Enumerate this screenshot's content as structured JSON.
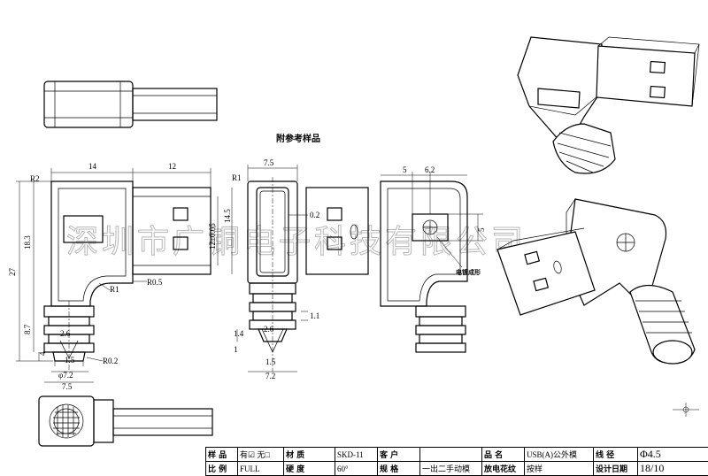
{
  "note_title": "附参考样品",
  "watermark": "深圳市广铜电子科技有限公司",
  "labels": {
    "top_left": {
      "d14": "14",
      "d12": "12",
      "r2": "R2",
      "d27": "27",
      "d18_3": "18.3",
      "d8_7": "8.7",
      "d4": "4",
      "d12_0_05": "12±0.05",
      "d14_5": "14.5",
      "r1": "R1",
      "r0_5": "R0.5",
      "d2_6": "2.6",
      "d1_5": "1.5",
      "r0_2": "R0.2",
      "phi7_2": "φ7.2",
      "d7_5": "7.5"
    },
    "middle": {
      "d7_5": "7.5",
      "r1": "R1",
      "d0_2": "0.2",
      "d2_6": "2.6",
      "d1_1": "1.1",
      "d1": "1",
      "d1_5": "1.5",
      "d7_2": "7.2",
      "d1_4": "1.4"
    },
    "right": {
      "d5": "5",
      "d6_2": "6.2",
      "d5v": "5",
      "emboss": "电镀成形"
    }
  },
  "title_block": {
    "row1": [
      {
        "label": "样 品",
        "value": "有☑ 无□"
      },
      {
        "label": "材 质",
        "value": "SKD-11"
      },
      {
        "label": "客 户",
        "value": ""
      },
      {
        "label": "品 名",
        "value": "USB(A)公外模"
      },
      {
        "label": "线 径",
        "value": "Φ4.5"
      }
    ],
    "row2": [
      {
        "label": "比 例",
        "value": "FULL"
      },
      {
        "label": "硬 度",
        "value": "60°"
      },
      {
        "label": "规 格",
        "value": "一出二手动模"
      },
      {
        "label": "放电花纹",
        "value": "按样"
      },
      {
        "label": "设计日期",
        "value": "18/10"
      }
    ]
  }
}
